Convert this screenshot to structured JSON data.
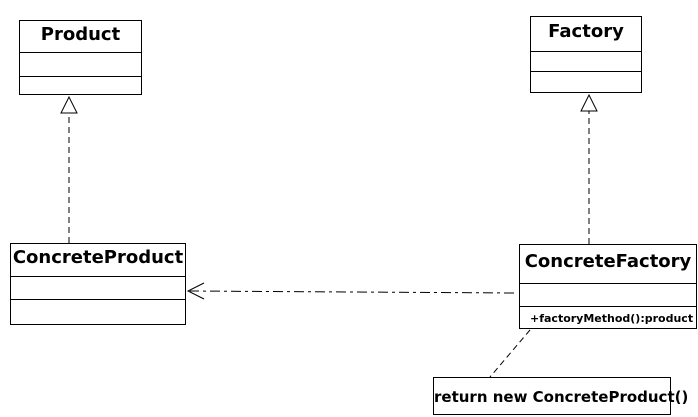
{
  "classes": {
    "product": {
      "name": "Product"
    },
    "factory": {
      "name": "Factory"
    },
    "concrete_product": {
      "name": "ConcreteProduct"
    },
    "concrete_factory": {
      "name": "ConcreteFactory",
      "method": "+factoryMethod():product"
    }
  },
  "note": {
    "text": "return new ConcreteProduct()"
  },
  "relationships": [
    {
      "type": "realization",
      "from": "ConcreteProduct",
      "to": "Product"
    },
    {
      "type": "realization",
      "from": "ConcreteFactory",
      "to": "Factory"
    },
    {
      "type": "dependency",
      "from": "ConcreteFactory",
      "to": "ConcreteProduct"
    },
    {
      "type": "note-link",
      "from": "note",
      "to": "ConcreteFactory"
    }
  ],
  "colors": {
    "line": "#000000",
    "background": "#ffffff"
  }
}
